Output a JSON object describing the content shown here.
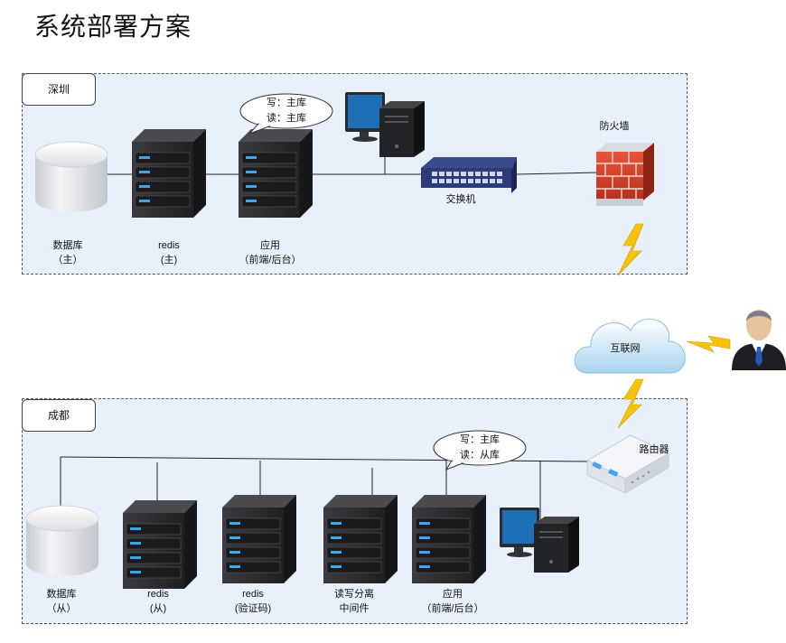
{
  "title": "系统部署方案",
  "zones": {
    "shenzhen": {
      "label": "深圳",
      "database": {
        "name": "数据库",
        "role": "（主）"
      },
      "redis": {
        "name": "redis",
        "role": "(主)"
      },
      "app": {
        "name": "应用",
        "role": "（前端/后台）"
      },
      "bubble": {
        "line1": "写：主库",
        "line2": "读：主库"
      },
      "switch_label": "交换机",
      "firewall_label": "防火墙"
    },
    "chengdu": {
      "label": "成都",
      "database": {
        "name": "数据库",
        "role": "（从）"
      },
      "redis_slave": {
        "name": "redis",
        "role": "(从)"
      },
      "redis_captcha": {
        "name": "redis",
        "role": "(验证码)"
      },
      "middleware": {
        "name": "读写分离",
        "role": "中间件"
      },
      "app": {
        "name": "应用",
        "role": "（前端/后台）"
      },
      "bubble": {
        "line1": "写：主库",
        "line2": "读：从库"
      },
      "router_label": "路由器"
    }
  },
  "internet_label": "互联网",
  "icons": [
    "database-icon",
    "server-icon",
    "monitor-icon",
    "switch-icon",
    "firewall-icon",
    "cloud-icon",
    "router-icon",
    "user-icon",
    "lightning-icon"
  ]
}
